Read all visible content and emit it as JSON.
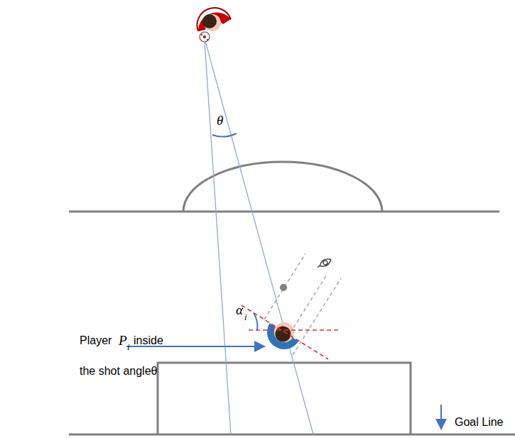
{
  "diagram": {
    "labels": [
      "θ",
      "α",
      "i",
      "Player",
      "P",
      "i",
      "inside",
      "the shot angleθ",
      "Goal Line"
    ]
  }
}
